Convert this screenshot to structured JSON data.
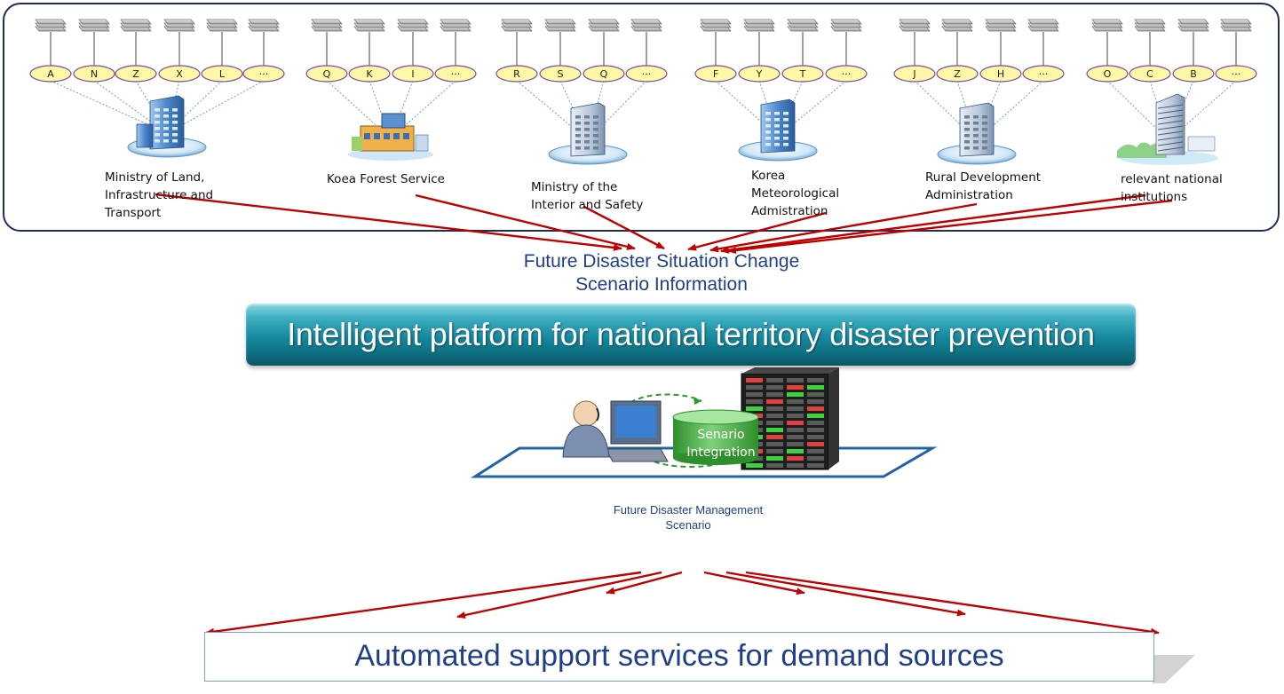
{
  "agencies": [
    {
      "label": "Ministry of Land,\nInfrastructure and\nTransport",
      "sources": [
        "A",
        "N",
        "Z",
        "X",
        "L",
        "···"
      ]
    },
    {
      "label": "Koea Forest Service",
      "sources": [
        "Q",
        "K",
        "I",
        "···"
      ]
    },
    {
      "label": "Ministry of the\nInterior and Safety",
      "sources": [
        "R",
        "S",
        "Q",
        "···"
      ]
    },
    {
      "label": "Korea\nMeteorological\nAdmistration",
      "sources": [
        "F",
        "Y",
        "T",
        "···"
      ]
    },
    {
      "label": "Rural Development\nAdministration",
      "sources": [
        "J",
        "Z",
        "H",
        "···"
      ]
    },
    {
      "label": "relevant national\ninstitutions",
      "sources": [
        "O",
        "C",
        "B",
        "···"
      ]
    }
  ],
  "scenario_info": "Future  Disaster Situation Change\nScenario Information",
  "platform": "Intelligent platform for national territory disaster prevention",
  "integration_label": "Senario\nIntegration",
  "management_label": "Future Disaster Management\nScenario",
  "services": "Automated support services  for demand sources",
  "colors": {
    "box_border": "#1f2d5a",
    "arrow": "#c00000",
    "oval_fill": "#fdf7a6",
    "oval_border": "#7a4ca0",
    "platform": "#16889d",
    "text_blue": "#1f3f8a",
    "db_green": "#4fb24b"
  },
  "icons": [
    "document-stack-icon",
    "building-icon",
    "operator-computer-icon",
    "database-icon",
    "server-rack-icon"
  ]
}
